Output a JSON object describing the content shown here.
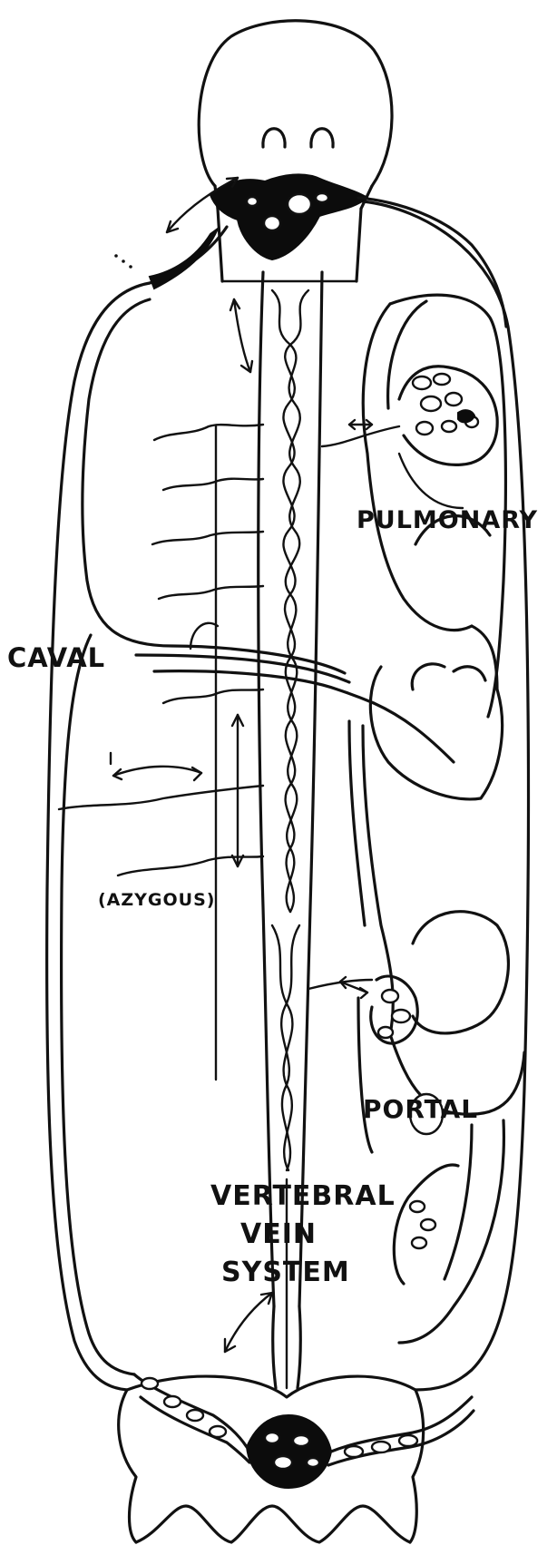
{
  "labels": {
    "pulmonary": "PULMONARY",
    "caval": "CAVAL",
    "azygous": "(AZYGOUS)",
    "portal": "PORTAL",
    "vertebral_line1": "VERTEBRAL",
    "vertebral_line2": "VEIN",
    "vertebral_line3": "SYSTEM"
  },
  "colors": {
    "ink": "#111111",
    "paper": "#ffffff"
  }
}
